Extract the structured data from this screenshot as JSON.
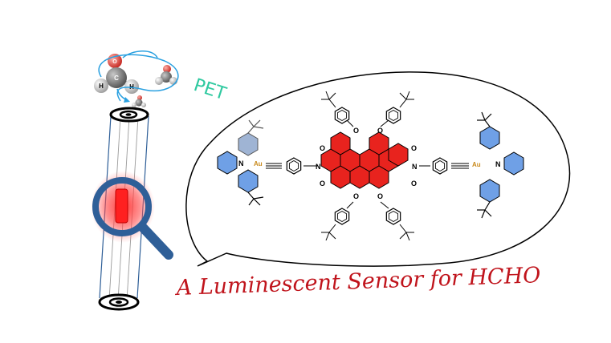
{
  "annotation": {
    "pet": "PET"
  },
  "title": "A Luminescent Sensor for HCHO",
  "molecule": {
    "n_label": "N",
    "o_label": "O",
    "au_label": "Au",
    "h_label": "H",
    "c_label": "C"
  },
  "colors": {
    "title": "#c0141c",
    "pet": "#2fc9a0",
    "perylene": "#e8231e",
    "gold_complex": "#6fa0e6",
    "magnifier": "#2f5f98",
    "hotspot": "#ff2a2a"
  }
}
